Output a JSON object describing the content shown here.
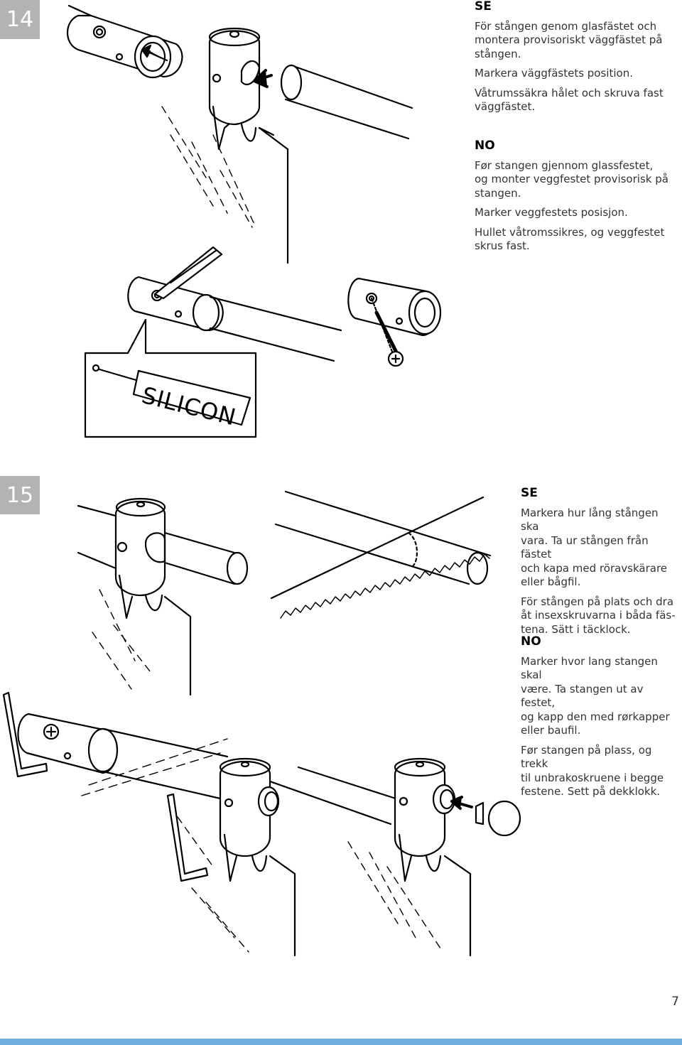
{
  "steps": {
    "step14": {
      "number": "14",
      "se": {
        "lang": "SE",
        "paragraphs": [
          "För stången genom glasfästet och\nmontera provisoriskt väggfästet på\nstången.",
          "Markera väggfästets position.",
          "Våtrumssäkra hålet och skruva fast\nväggfästet."
        ]
      },
      "no": {
        "lang": "NO",
        "paragraphs": [
          "Før stangen gjennom glassfestet,\nog monter veggfestet provisorisk på\nstangen.",
          "Marker veggfestets posisjon.",
          "Hullet våtromssikres, og veggfestet\nskrus fast."
        ]
      },
      "silicon_label": "SILICON"
    },
    "step15": {
      "number": "15",
      "se": {
        "lang": "SE",
        "paragraphs": [
          "Markera hur lång stången ska\nvara. Ta ur stången från fästet\noch kapa med röravskärare\neller bågfil.",
          "För stången på plats och dra\nåt insexskruvarna i båda fäs-\ntena. Sätt i täcklock."
        ]
      },
      "no": {
        "lang": "NO",
        "paragraphs": [
          "Marker hvor lang stangen skal\nvære. Ta stangen ut av festet,\nog kapp den med rørkapper\neller baufil.",
          "Før stangen på plass, og trekk\ntil unbrakoskruene i begge\nfestene. Sett på dekklokk."
        ]
      }
    }
  },
  "page_number": "7",
  "colors": {
    "badge": "#b3b3b3",
    "footer_bar": "#6faee0"
  }
}
